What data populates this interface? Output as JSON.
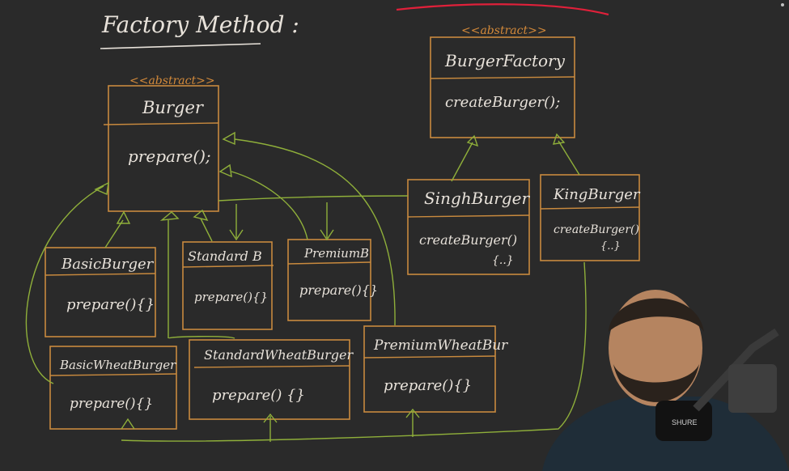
{
  "title": "Factory Method :",
  "stereotype": "<<abstract>>",
  "burger": {
    "name": "Burger",
    "method": "prepare();"
  },
  "factory": {
    "name": "BurgerFactory",
    "method": "createBurger();"
  },
  "singh": {
    "name": "SinghBurger",
    "method": "createBurger()",
    "body": "{..}"
  },
  "king": {
    "name": "KingBurger",
    "method": "createBurger()",
    "body": "{..}"
  },
  "basic": {
    "name": "BasicBurger",
    "method": "prepare(){}"
  },
  "standard": {
    "name": "Standard B",
    "method": "prepare(){}"
  },
  "premium": {
    "name": "PremiumB",
    "method": "prepare(){}"
  },
  "basic_wheat": {
    "name": "BasicWheatBurger",
    "method": "prepare(){}"
  },
  "standard_wheat": {
    "name": "StandardWheatBurger",
    "method": "prepare() {}"
  },
  "premium_wheat": {
    "name": "PremiumWheatBur",
    "method": "prepare(){}"
  },
  "colors": {
    "background": "#2a2a2a",
    "box": "#c98a3e",
    "arrow": "#8faf3a",
    "text": "#e8e2da",
    "annotation": "#e0203a"
  }
}
